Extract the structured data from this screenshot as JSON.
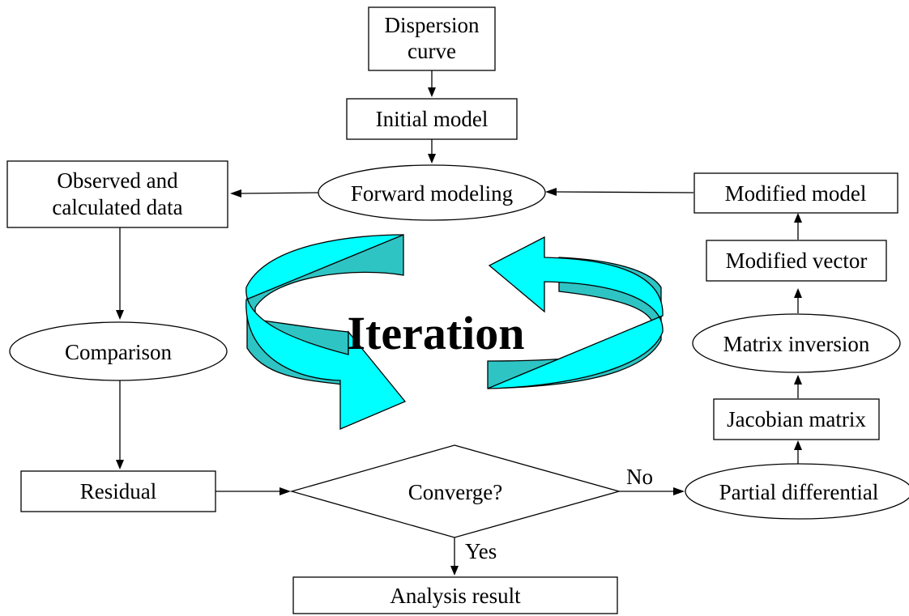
{
  "nodes": {
    "dispersion_curve": [
      "Dispersion",
      "curve"
    ],
    "initial_model": "Initial model",
    "forward_modeling": "Forward modeling",
    "observed_calculated": [
      "Observed and",
      "calculated data"
    ],
    "comparison": "Comparison",
    "residual": "Residual",
    "converge": "Converge?",
    "analysis_result": "Analysis result",
    "partial_differential": "Partial differential",
    "jacobian_matrix": "Jacobian matrix",
    "matrix_inversion": "Matrix inversion",
    "modified_vector": "Modified vector",
    "modified_model": "Modified model"
  },
  "edge_labels": {
    "no": "No",
    "yes": "Yes"
  },
  "center_label": "Iteration",
  "colors": {
    "arrow_top": "#00ffff",
    "arrow_side": "#2ec4c4",
    "stroke": "#000000"
  }
}
